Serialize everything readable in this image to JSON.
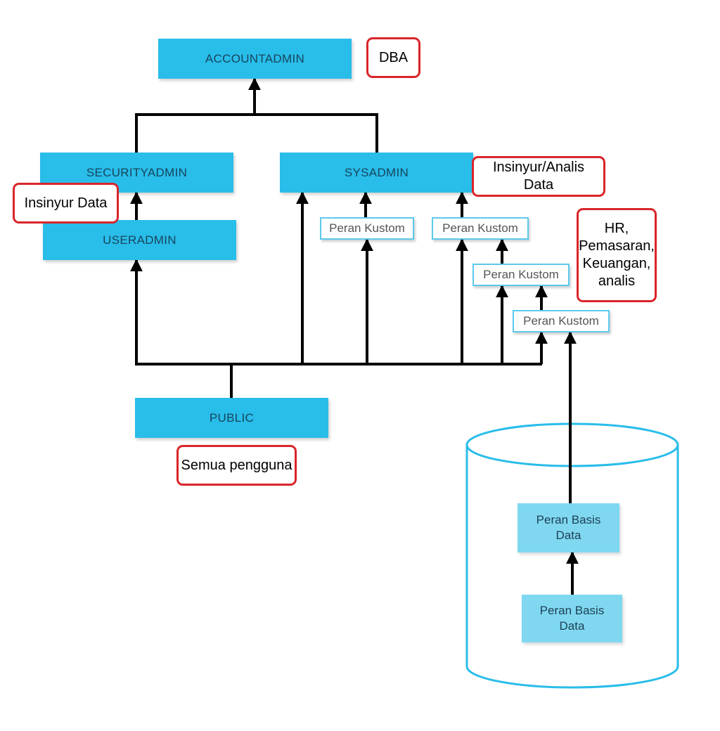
{
  "roles": {
    "accountadmin": "ACCOUNTADMIN",
    "securityadmin": "SECURITYADMIN",
    "sysadmin": "SYSADMIN",
    "useradmin": "USERADMIN",
    "public": "PUBLIC"
  },
  "custom_roles": [
    "Peran Kustom",
    "Peran Kustom",
    "Peran Kustom",
    "Peran Kustom"
  ],
  "database_roles": [
    [
      "Peran Basis",
      "Data"
    ],
    [
      "Peran Basis",
      "Data"
    ]
  ],
  "notes": {
    "dba": "DBA",
    "data_engineer": "Insinyur Data",
    "engineer_analyst": [
      "Insinyur/Analis",
      "Data"
    ],
    "business": [
      "HR,",
      "Pemasaran,",
      "Keuangan,",
      "analis"
    ],
    "all_users": "Semua pengguna"
  },
  "colors": {
    "system_role": "#29bdea",
    "custom_role_border": "#5cc9ec",
    "database_role": "#7fd8f0",
    "note_border": "#d9252a",
    "connector": "#000000",
    "database_cylinder": "#29bdea"
  }
}
